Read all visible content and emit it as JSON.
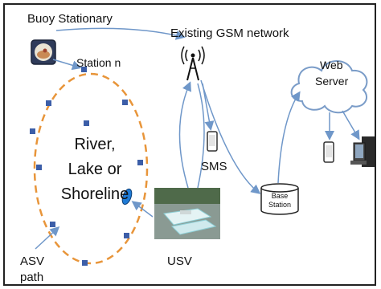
{
  "labels": {
    "buoy_stationary": "Buoy Stationary",
    "station_n": "Station n",
    "existing_gsm": "Existing GSM network",
    "web_server_line1": "Web",
    "web_server_line2": "Server",
    "river": "River,",
    "lake": "Lake or",
    "shoreline": "Shoreline",
    "sms": "SMS",
    "usv": "USV",
    "asv_line1": "ASV",
    "asv_line2": "path",
    "base_station_line1": "Base",
    "base_station_line2": "Station"
  },
  "colors": {
    "path_dashed": "#e8953a",
    "station_marker": "#3c5ea8",
    "arrow": "#6f97c9",
    "cloud_stroke": "#7a9cc8",
    "text": "#111111"
  },
  "icons": [
    "buoy-icon",
    "gsm-tower-icon",
    "phone-icon",
    "database-icon",
    "cloud-icon",
    "computer-icon",
    "usv-boat-photo"
  ]
}
